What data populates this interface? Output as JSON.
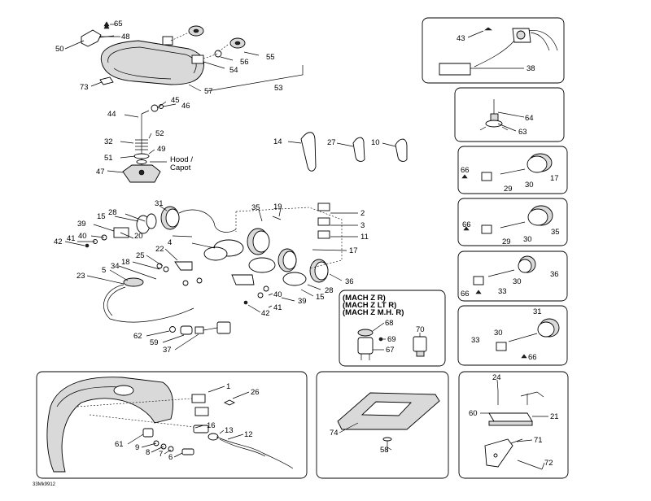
{
  "diagram": {
    "reference_code": "33Mk9912",
    "hood_note_line1": "Hood /",
    "hood_note_line2": "Capot",
    "mach_header": [
      "(MACH Z R)",
      "(MACH Z LT R)",
      "(MACH Z M.H. R)"
    ],
    "callouts": {
      "c65": "65",
      "c48": "48",
      "c50": "50",
      "c55": "55",
      "c56": "56",
      "c54": "54",
      "c73": "73",
      "c57": "57",
      "c53": "53",
      "c44": "44",
      "c45": "45",
      "c46": "46",
      "c32": "32",
      "c52": "52",
      "c49": "49",
      "c51": "51",
      "c47": "47",
      "c14": "14",
      "c27": "27",
      "c10": "10",
      "c43": "43",
      "c38": "38",
      "c64": "64",
      "c63": "63",
      "b1_66": "66",
      "b1_29": "29",
      "b1_30": "30",
      "b1_17": "17",
      "b2_66": "66",
      "b2_29": "29",
      "b2_30": "30",
      "b2_35": "35",
      "b3_30": "30",
      "b3_36": "36",
      "b3_66": "66",
      "b3_33": "33",
      "b4_31": "31",
      "b4_30": "30",
      "b4_33": "33",
      "b4_66": "66",
      "c31": "31",
      "c35": "35",
      "c19": "19",
      "c2": "2",
      "c3": "3",
      "c11": "11",
      "c28a": "28",
      "c15a": "15",
      "c39a": "39",
      "c20": "20",
      "c40a": "40",
      "c42a": "42",
      "c41a": "41",
      "c4": "4",
      "c22": "22",
      "c17": "17",
      "c18": "18",
      "c25": "25",
      "c5": "5",
      "c34": "34",
      "c36": "36",
      "c23": "23",
      "c28b": "28",
      "c15b": "15",
      "c39b": "39",
      "c40b": "40",
      "c41b": "41",
      "c42b": "42",
      "c62": "62",
      "c59": "59",
      "c37": "37",
      "c68": "68",
      "c69": "69",
      "c70": "70",
      "c67": "67",
      "c1": "1",
      "c26": "26",
      "c16": "16",
      "c13": "13",
      "c12": "12",
      "c61": "61",
      "c9": "9",
      "c8": "8",
      "c7": "7",
      "c6": "6",
      "c74": "74",
      "c58": "58",
      "c24": "24",
      "c60": "60",
      "c21": "21",
      "c71": "71",
      "c72": "72"
    }
  }
}
